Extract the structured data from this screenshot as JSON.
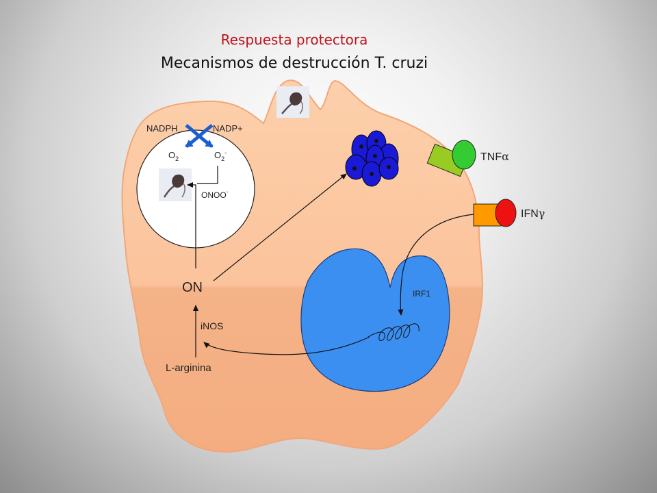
{
  "title": {
    "line1": "Respuesta protectora",
    "line2": "Mecanismos de destrucción T. cruzi"
  },
  "labels": {
    "nadph": "NADPH",
    "nadp": "NADP+",
    "o2": "O",
    "o2_sub": "2",
    "o2rad": "O",
    "o2rad_sub": "2",
    "o2rad_sup": "-",
    "onoo": "ONOO",
    "onoo_sup": "-",
    "on": "ON",
    "inos": "iNOS",
    "larg": "L-arginina",
    "irf1": "IRF1",
    "tnf": "TNF",
    "tnf_greek": "α",
    "ifn": "IFN",
    "ifn_greek": "γ"
  },
  "colors": {
    "title_red": "#c0121b",
    "cell_top": "#fbc8a0",
    "cell_bottom": "#f5b085",
    "nucleus": "#3a8ff0",
    "bacteria": "#1a1ad6",
    "tnf_receptor": "#99cc22",
    "tnf_ball": "#33cc33",
    "ifn_receptor": "#ff9900",
    "ifn_ball": "#ee1111",
    "arrow_blue": "#1a5fd0"
  },
  "icons": [
    "parasite-icon"
  ]
}
